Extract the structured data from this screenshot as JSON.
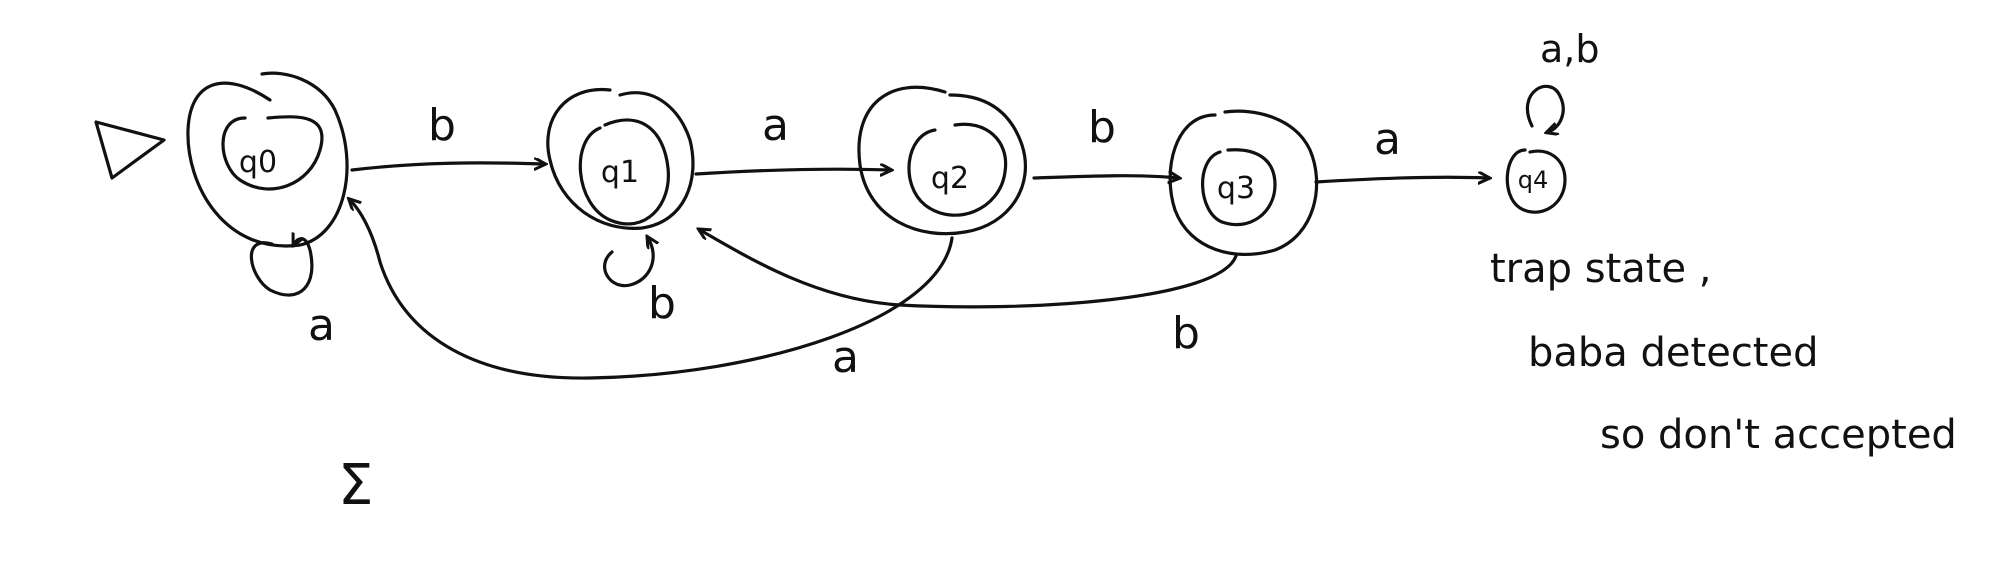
{
  "diagram": {
    "states": [
      {
        "id": "q0",
        "label": "q0",
        "accepting": true,
        "initial": true
      },
      {
        "id": "q1",
        "label": "q1",
        "accepting": true
      },
      {
        "id": "q2",
        "label": "q2",
        "accepting": true
      },
      {
        "id": "q3",
        "label": "q3",
        "accepting": true
      },
      {
        "id": "q4",
        "label": "q4",
        "accepting": false
      }
    ],
    "transitions": [
      {
        "from": "q0",
        "to": "q0",
        "label": "a"
      },
      {
        "from": "q0",
        "to": "q1",
        "label": "b"
      },
      {
        "from": "q1",
        "to": "q1",
        "label": "b"
      },
      {
        "from": "q1",
        "to": "q2",
        "label": "a"
      },
      {
        "from": "q2",
        "to": "q0",
        "label": "a"
      },
      {
        "from": "q2",
        "to": "q3",
        "label": "b"
      },
      {
        "from": "q3",
        "to": "q1",
        "label": "b"
      },
      {
        "from": "q3",
        "to": "q4",
        "label": "a"
      },
      {
        "from": "q4",
        "to": "q4",
        "label": "a,b"
      }
    ],
    "notes": {
      "line1": "trap state ,",
      "line2": "baba detected",
      "line3": "so don't accepted"
    },
    "epsilon": "Σ"
  }
}
